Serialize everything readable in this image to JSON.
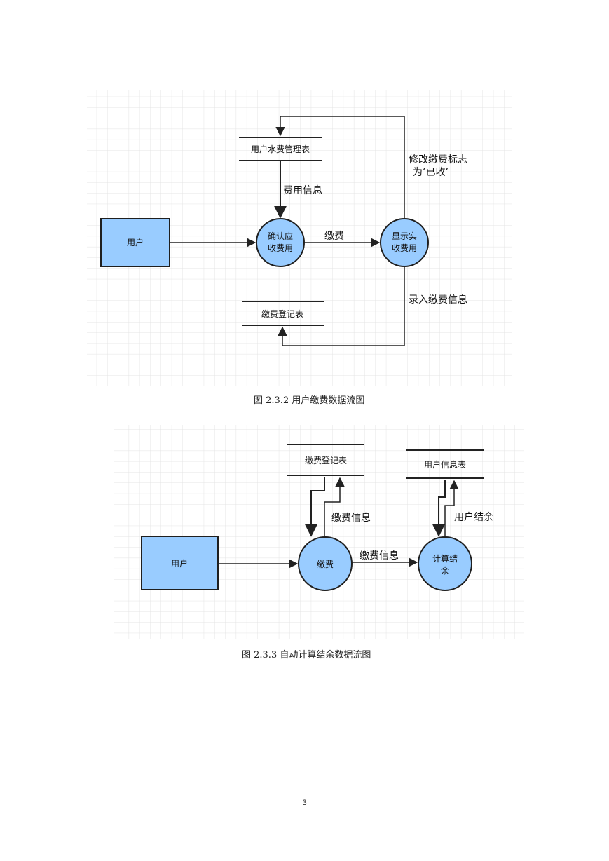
{
  "diagram1": {
    "entity_user": "用户",
    "store_fee_table": "用户水费管理表",
    "store_payment_register": "缴费登记表",
    "process_confirm_line1": "确认应",
    "process_confirm_line2": "收费用",
    "process_display_line1": "显示实",
    "process_display_line2": "收费用",
    "flow_fee_info": "费用信息",
    "flow_payment": "缴费",
    "flow_modify_line1": "修改缴费标志",
    "flow_modify_line2": "为‘已收’",
    "flow_record": "录入缴费信息",
    "caption": "图 2.3.2 用户缴费数据流图"
  },
  "diagram2": {
    "entity_user": "用户",
    "store_payment_register": "缴费登记表",
    "store_user_info": "用户信息表",
    "process_payment": "缴费",
    "process_calc_line1": "计算结",
    "process_calc_line2": "余",
    "flow_payment_info_up": "缴费信息",
    "flow_payment_info": "缴费信息",
    "flow_user_balance": "用户结余",
    "caption": "图 2.3.3 自动计算结余数据流图"
  },
  "page_number": "3",
  "colors": {
    "node_fill": "#99ccff",
    "node_stroke": "#1f1f1f",
    "grid_line": "#e4e4e4",
    "arrow": "#222222"
  }
}
